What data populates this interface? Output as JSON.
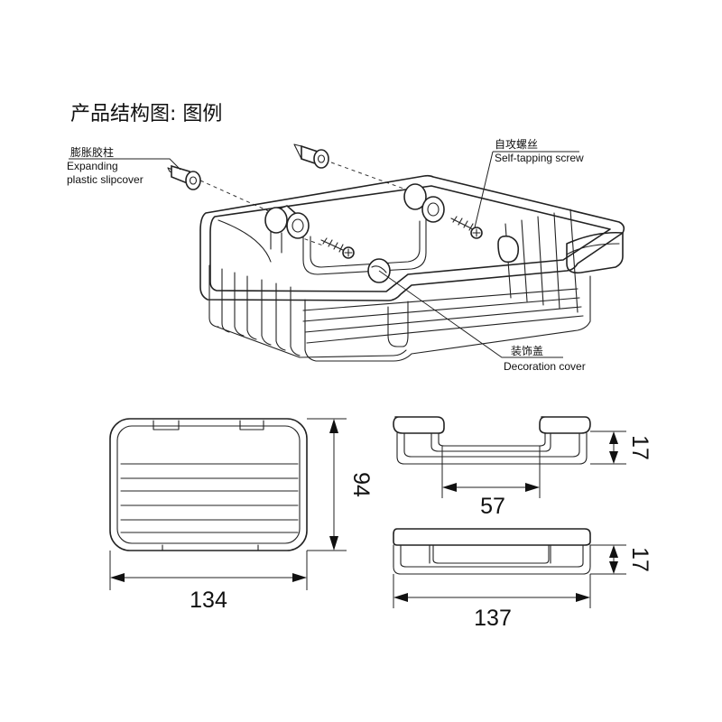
{
  "title": "产品结构图: 图例",
  "callouts": {
    "expanding": {
      "cn": "膨胀胶柱",
      "en_line1": "Expanding",
      "en_line2": "plastic slipcover"
    },
    "screw": {
      "cn": "自攻螺丝",
      "en": "Self-tapping screw"
    },
    "cover": {
      "cn": "装饰盖",
      "en": "Decoration cover"
    }
  },
  "dimensions": {
    "top_width": "134",
    "top_depth": "94",
    "front_inner_width": "57",
    "front_height": "17",
    "side_width": "137",
    "side_height": "17"
  }
}
